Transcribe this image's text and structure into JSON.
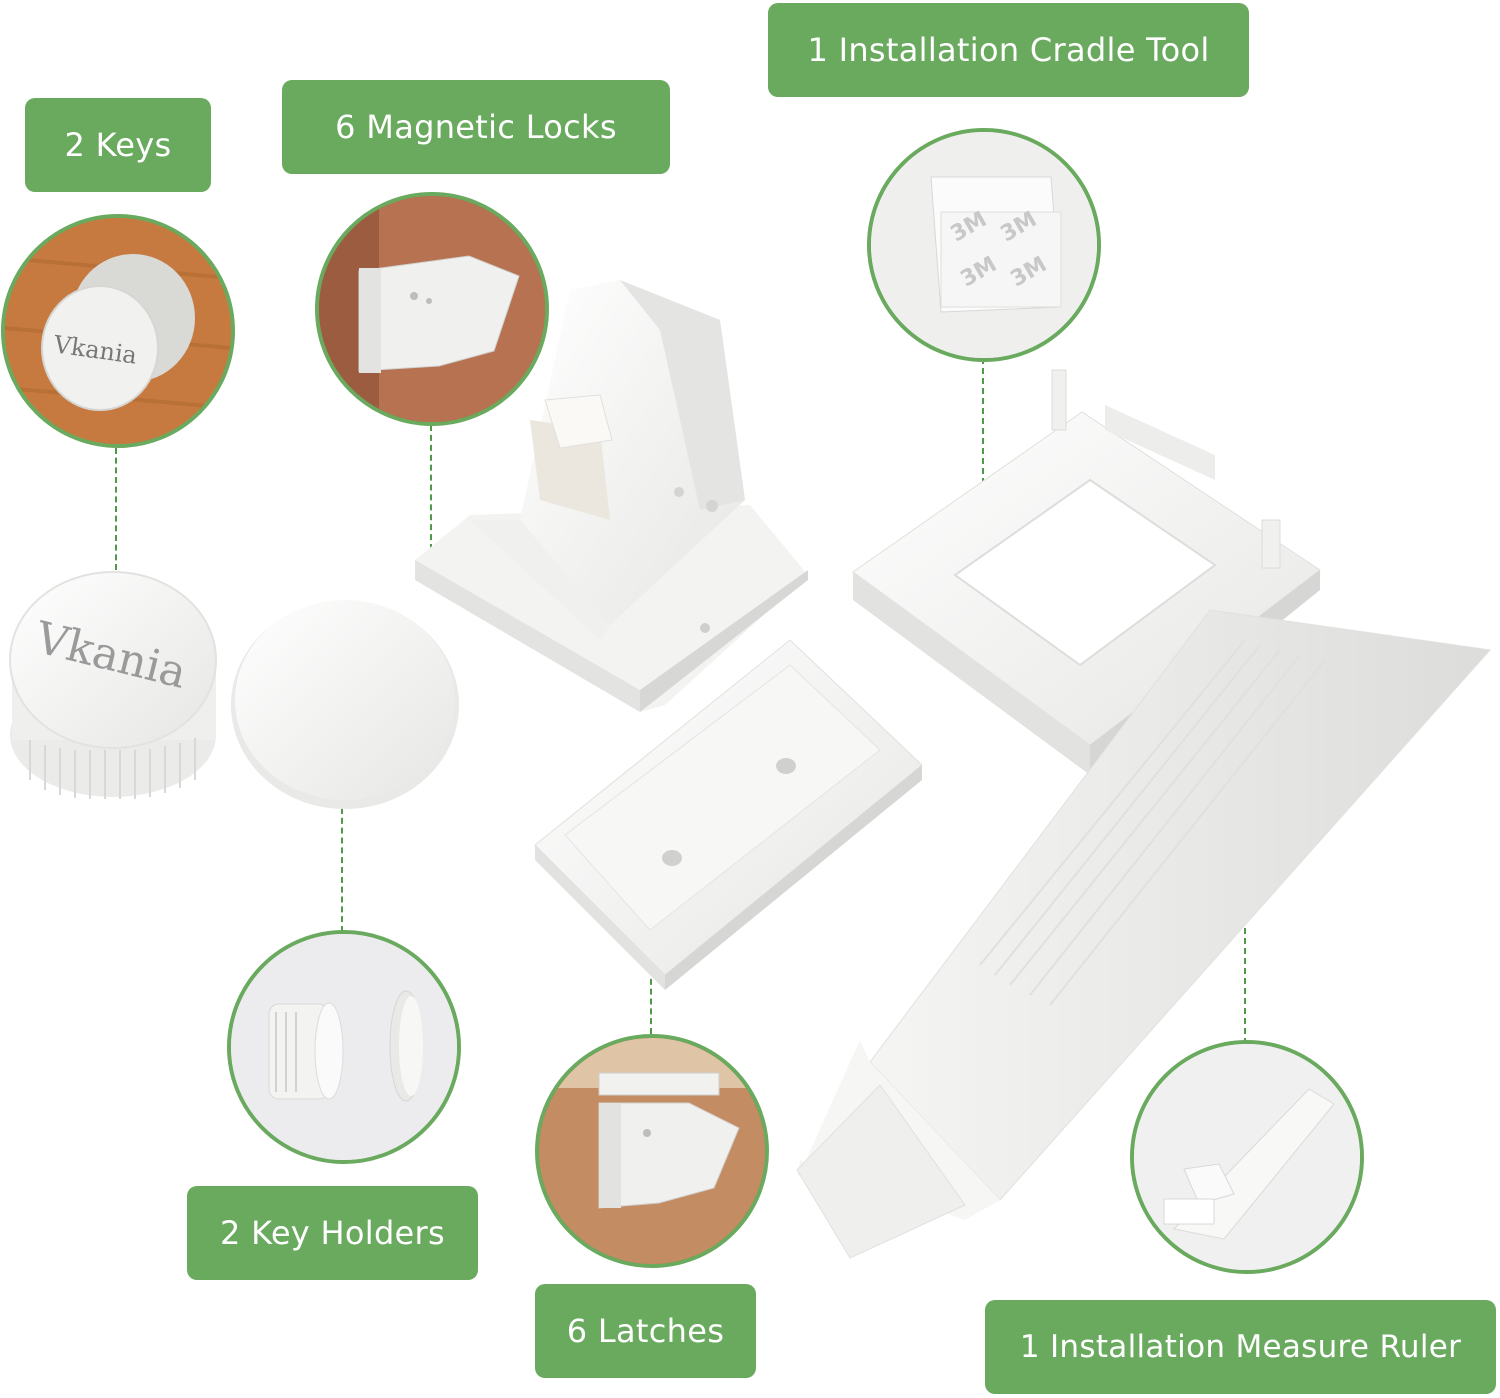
{
  "labels": {
    "keys": "2 Keys",
    "magnetic_locks": "6 Magnetic Locks",
    "cradle_tool": "1 Installation Cradle Tool",
    "key_holders": "2 Key Holders",
    "latches": "6 Latches",
    "measure_ruler": "1 Installation Measure Ruler"
  },
  "brand": "Vkania",
  "cradle_stamp": "3M",
  "colors": {
    "accent_green": "#6aaa5f",
    "product_white": "#f4f4f2",
    "wood": "#c77a3f"
  }
}
